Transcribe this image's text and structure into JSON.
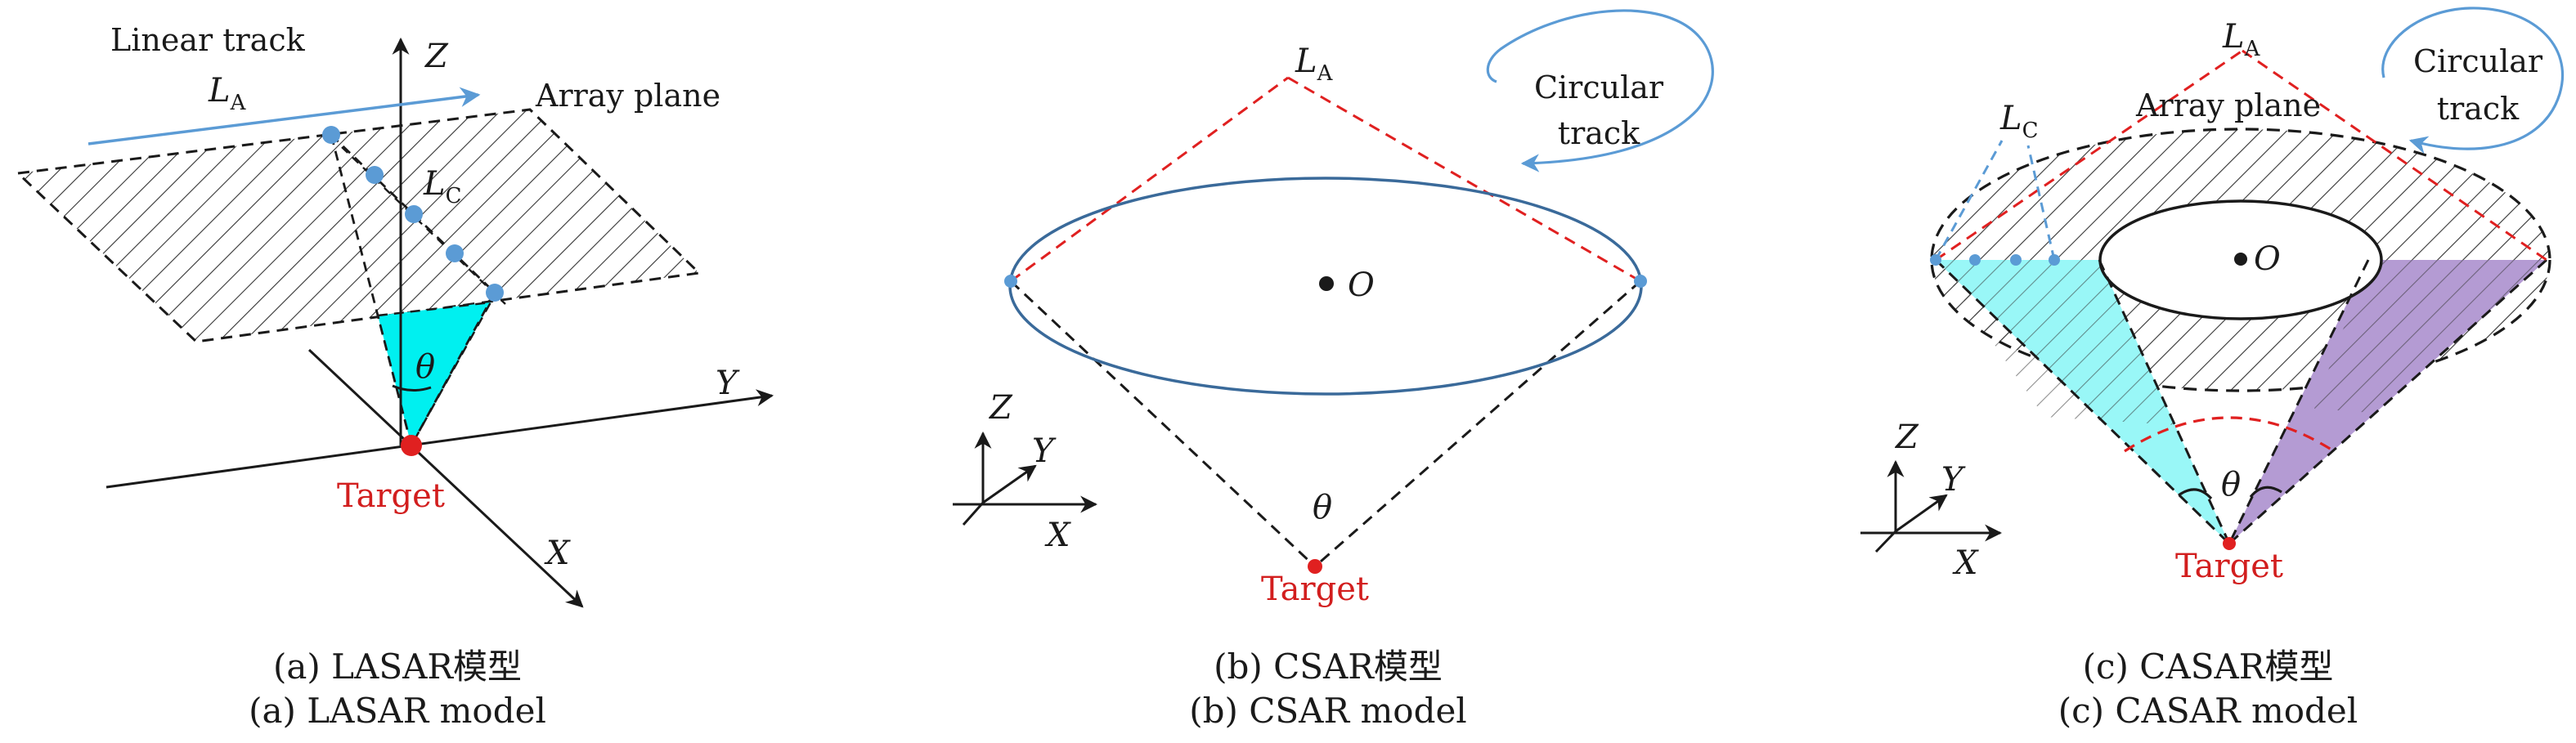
{
  "colors": {
    "red": "#e02020",
    "blue": "#5b9bd5",
    "navy": "#3a6a9a",
    "cyan": "#00f0f0",
    "cyan_light": "#99f7f7",
    "purple": "#b49bd3",
    "black": "#1a1a1a"
  },
  "panel_a": {
    "linear_track": "Linear track",
    "la": "L",
    "la_sub": "A",
    "lc": "L",
    "lc_sub": "C",
    "array_plane": "Array plane",
    "axis_z": "Z",
    "axis_y": "Y",
    "axis_x": "X",
    "theta": "θ",
    "target": "Target",
    "caption_cn": "(a) LASAR模型",
    "caption_en": "(a) LASAR model"
  },
  "panel_b": {
    "la": "L",
    "la_sub": "A",
    "circular_track": "Circular",
    "circular_track_2": "track",
    "origin": "O",
    "axis_z": "Z",
    "axis_y": "Y",
    "axis_x": "X",
    "theta": "θ",
    "target": "Target",
    "caption_cn": "(b) CSAR模型",
    "caption_en": "(b) CSAR model"
  },
  "panel_c": {
    "la": "L",
    "la_sub": "A",
    "lc": "L",
    "lc_sub": "C",
    "array_plane": "Array plane",
    "circular_track": "Circular",
    "circular_track_2": "track",
    "origin": "O",
    "axis_z": "Z",
    "axis_y": "Y",
    "axis_x": "X",
    "theta": "θ",
    "target": "Target",
    "caption_cn": "(c) CASAR模型",
    "caption_en": "(c) CASAR model"
  }
}
